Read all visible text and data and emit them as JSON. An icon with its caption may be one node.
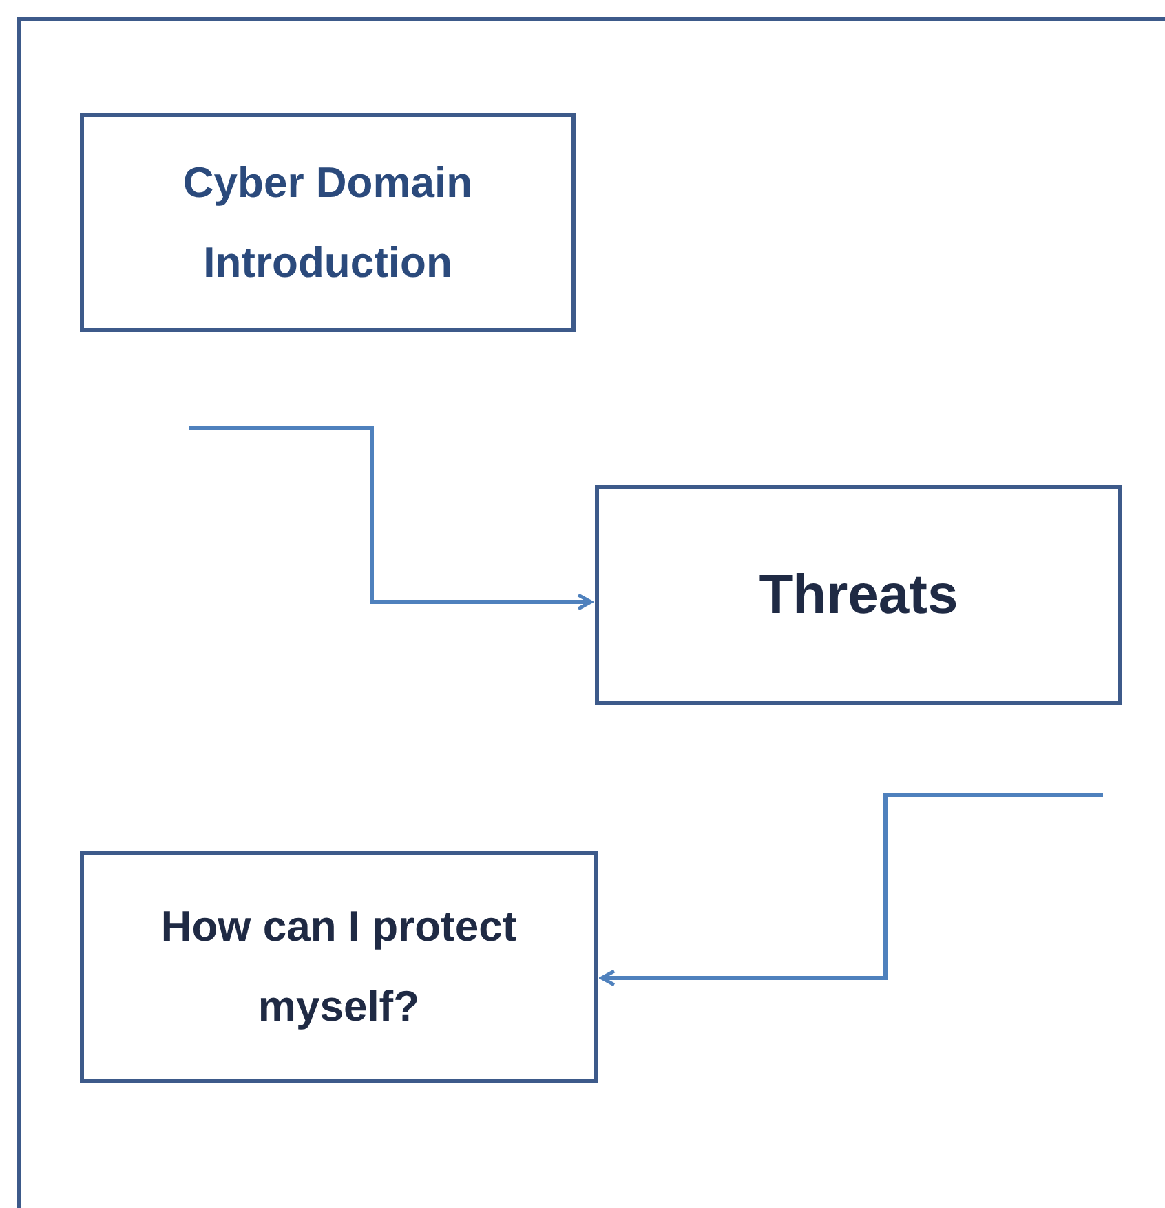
{
  "diagram": {
    "nodes": [
      {
        "text": [
          "Cyber Domain Introduction"
        ]
      },
      {
        "text": [
          "Threats"
        ]
      },
      {
        "text": [
          "How can I protect myself?"
        ]
      }
    ],
    "edges": [
      {
        "from": 0,
        "to": 1,
        "arrow": "to"
      },
      {
        "from": 1,
        "to": 2,
        "arrow": "to"
      }
    ]
  }
}
